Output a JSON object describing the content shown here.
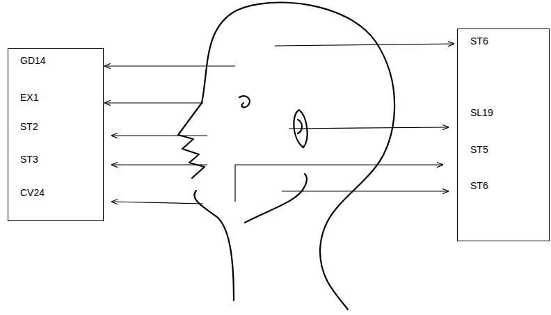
{
  "diagram": {
    "nodes": [
      {
        "text": [
          "GD14",
          "EX1",
          "ST2",
          "ST3",
          "CV24"
        ]
      },
      {
        "text": [
          "ST6",
          "SL19",
          "ST5",
          "ST6"
        ]
      }
    ]
  }
}
